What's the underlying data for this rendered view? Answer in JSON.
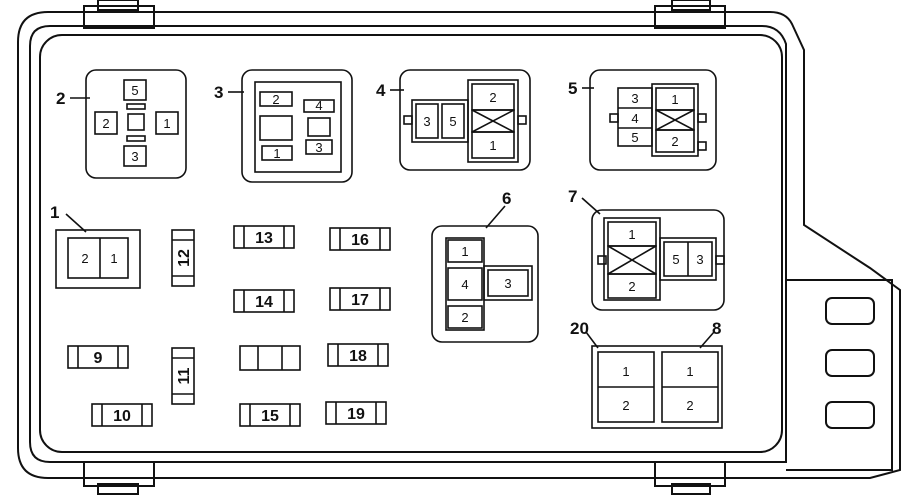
{
  "diagram": {
    "relay_2": {
      "callout": "2",
      "pins": [
        "5",
        "2",
        "1",
        "3"
      ]
    },
    "relay_3": {
      "callout": "3",
      "pins": [
        "2",
        "4",
        "1",
        "3"
      ]
    },
    "relay_4": {
      "callout": "4",
      "pins": [
        "3",
        "5",
        "2",
        "1"
      ]
    },
    "relay_5": {
      "callout": "5",
      "pins": [
        "3",
        "4",
        "5",
        "1",
        "2"
      ]
    },
    "relay_1": {
      "callout": "1",
      "pins": [
        "2",
        "1"
      ]
    },
    "relay_6": {
      "callout": "6",
      "pins": [
        "1",
        "4",
        "3",
        "2"
      ]
    },
    "relay_7": {
      "callout": "7",
      "pins": [
        "1",
        "2",
        "5",
        "3"
      ]
    },
    "relay_20": {
      "callout": "20",
      "pins": [
        "1",
        "2"
      ]
    },
    "relay_8": {
      "callout": "8",
      "pins": [
        "1",
        "2"
      ]
    },
    "fuses": {
      "f9": "9",
      "f10": "10",
      "f11": "11",
      "f12": "12",
      "f13": "13",
      "f14": "14",
      "f15": "15",
      "f16": "16",
      "f17": "17",
      "f18": "18",
      "f19": "19"
    }
  }
}
